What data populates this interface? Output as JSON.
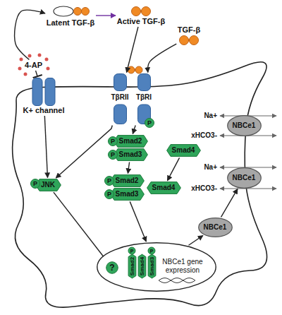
{
  "diagram": {
    "nodes": [
      {
        "text": [
          "Latent TGF-β"
        ]
      },
      {
        "text": [
          "Active TGF-β"
        ]
      },
      {
        "text": [
          "TGF-β"
        ]
      },
      {
        "text": [
          "4-AP"
        ]
      },
      {
        "text": [
          "K+ channel"
        ]
      },
      {
        "text": [
          "TβRII"
        ]
      },
      {
        "text": [
          "TβRI"
        ]
      },
      {
        "text": [
          "NBCe1"
        ]
      },
      {
        "text": [
          "Smad2"
        ]
      },
      {
        "text": [
          "Smad3"
        ]
      },
      {
        "text": [
          "Smad4"
        ]
      },
      {
        "text": [
          "NBCe1"
        ]
      },
      {
        "text": [
          "JNK"
        ]
      },
      {
        "text": [
          "Smad2"
        ]
      },
      {
        "text": [
          "Smad4"
        ]
      },
      {
        "text": [
          "Smad3"
        ]
      },
      {
        "text": [
          "NBCe1"
        ]
      },
      {
        "text": [
          "NBCe1 gene expression"
        ]
      },
      {
        "text": [
          "Smad2"
        ],
        "in": 17
      },
      {
        "text": [
          "Smad4"
        ],
        "in": 17
      },
      {
        "text": [
          "Smad3"
        ],
        "in": 17
      },
      {
        "text": [
          "?"
        ],
        "in": 17
      }
    ],
    "edges": [
      {
        "from": 0,
        "to": 1,
        "arrow": "to"
      },
      {
        "from": 3,
        "to": 0,
        "arrow": "to"
      },
      {
        "from": 3,
        "to": 4,
        "arrow": "to"
      },
      {
        "from": 1,
        "to": 5,
        "arrow": "to"
      },
      {
        "from": 2,
        "to": 6,
        "arrow": "to"
      },
      {
        "from": 4,
        "to": 12,
        "arrow": "to"
      },
      {
        "from": 5,
        "to": 12,
        "arrow": "to"
      },
      {
        "from": 6,
        "to": 8,
        "arrow": "to"
      },
      {
        "from": 9,
        "to": 13,
        "arrow": "to"
      },
      {
        "from": 10,
        "to": 14,
        "arrow": "to"
      },
      {
        "from": 15,
        "to": 17,
        "arrow": "to"
      },
      {
        "from": 12,
        "to": 21,
        "arrow": "to"
      },
      {
        "from": 17,
        "to": 16,
        "arrow": "to"
      },
      {
        "from": 16,
        "to": 11,
        "arrow": "to"
      }
    ],
    "labels": [
      "P",
      "Na+",
      "xHCO3-",
      "P",
      "P",
      "Na+",
      "P",
      "P",
      "xHCO3-",
      "P",
      "P",
      "P"
    ]
  }
}
